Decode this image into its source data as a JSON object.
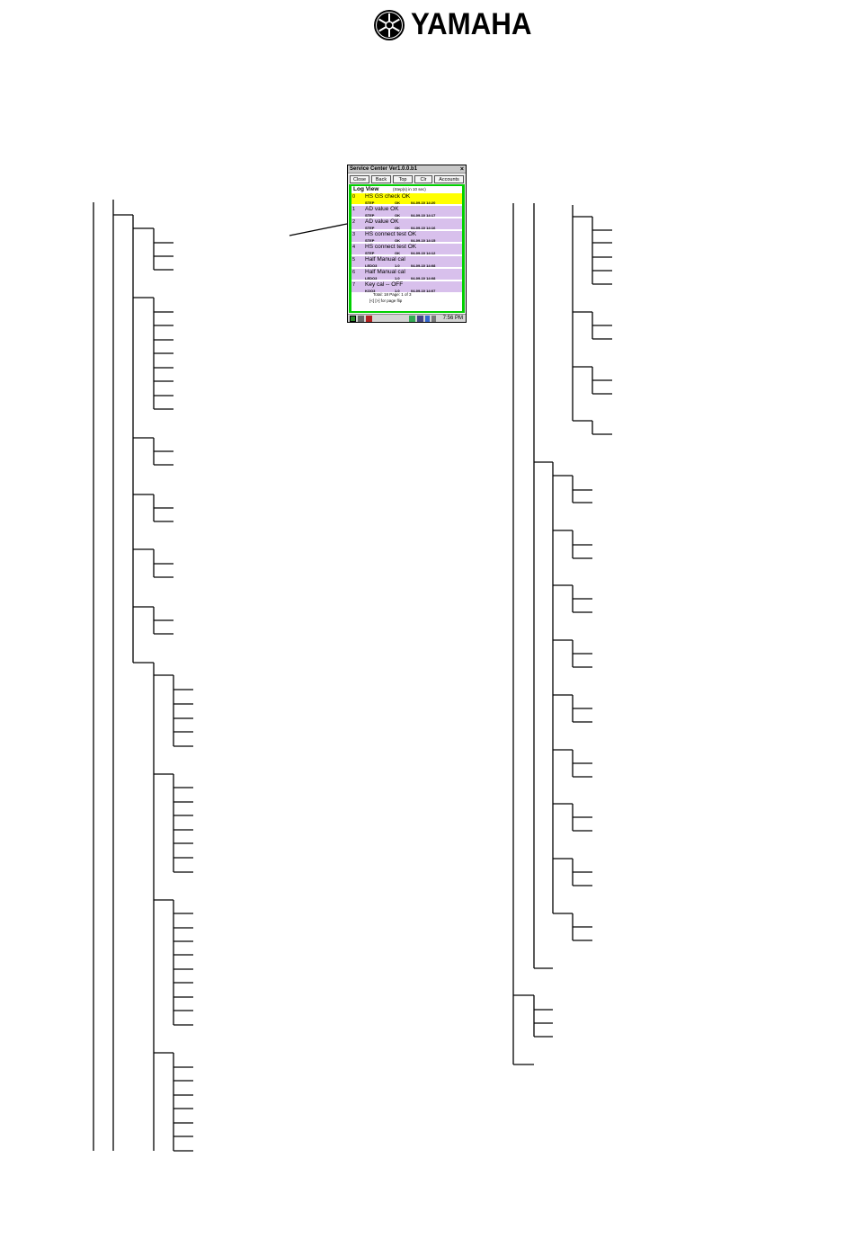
{
  "logo": {
    "text": "YAMAHA",
    "icon": "yamaha-tuning-forks-icon"
  },
  "device": {
    "window_title": "Service Center Ver1.0.0.b1",
    "close_label": "×",
    "toolbar": [
      "Close",
      "Back",
      "Top",
      "Clr",
      "Accounts"
    ],
    "view_title": "Log View",
    "view_subtitle": "(Step(s) in 10 sec)",
    "rows": [
      {
        "idx": "0",
        "main": "HS GS check  OK",
        "code": "STEP",
        "res": "OK",
        "time": "04-09-10 14:20",
        "highlight": true
      },
      {
        "idx": "1",
        "main": "AD value  OK",
        "code": "STEP",
        "res": "OK",
        "time": "04-09-10 14:17"
      },
      {
        "idx": "2",
        "main": "AD value  OK",
        "code": "STEP",
        "res": "OK",
        "time": "04-09-10 14:16"
      },
      {
        "idx": "3",
        "main": "HS connect test  OK",
        "code": "STEP",
        "res": "OK",
        "time": "04-09-10 14:15"
      },
      {
        "idx": "4",
        "main": "HS connect test  OK",
        "code": "STEP",
        "res": "OK",
        "time": "04-09-10 14:12"
      },
      {
        "idx": "5",
        "main": "Half Manual cal",
        "code": "LEDO3",
        "res": "1.0",
        "time": "04-09-10 14:08"
      },
      {
        "idx": "6",
        "main": "Half Manual cal",
        "code": "LEDO3",
        "res": "1.0",
        "time": "04-09-10 14:08"
      },
      {
        "idx": "7",
        "main": "Key cal  -- OFF",
        "code": "KOO3",
        "res": "1.0",
        "time": "04-09-10 14:07"
      }
    ],
    "footer_total": "Total: 18  Page: 1 of 3",
    "footer_hint": "[<] [>] for page flip",
    "clock": "7:56 PM",
    "colors": {
      "panel": "#00d000",
      "highlight": "#ffff00",
      "row": "#d8c0ec"
    }
  }
}
